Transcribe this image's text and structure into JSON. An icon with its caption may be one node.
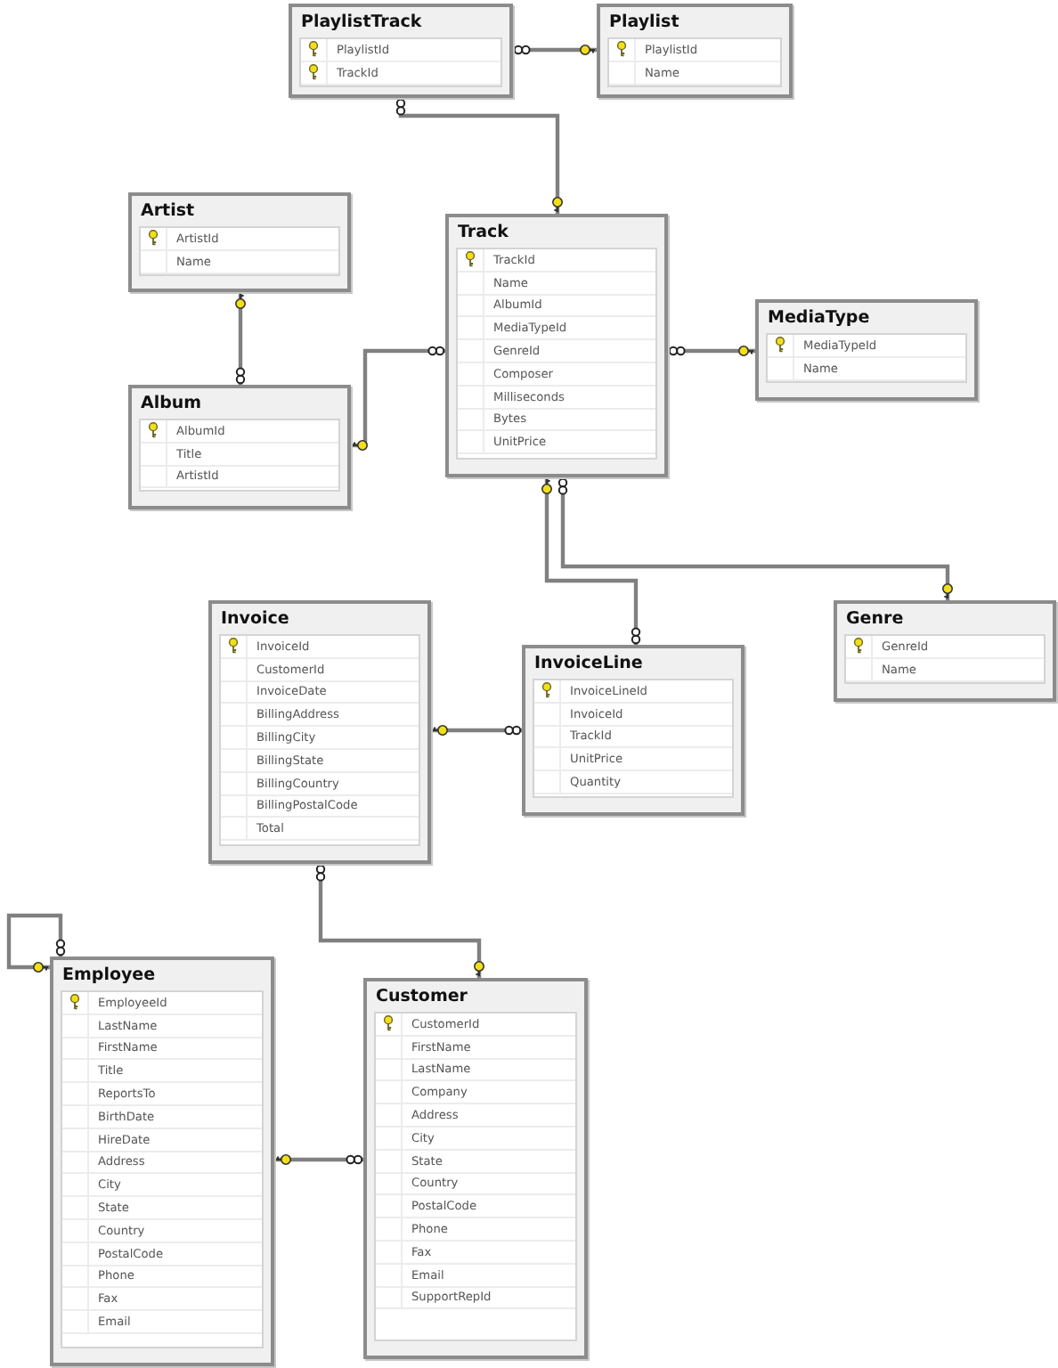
{
  "diagram": {
    "nodes": [
      {
        "text": [
          "PlaylistTrack",
          "PlaylistId",
          "TrackId"
        ]
      },
      {
        "text": [
          "Playlist",
          "PlaylistId",
          "Name"
        ]
      },
      {
        "text": [
          "Artist",
          "ArtistId",
          "Name"
        ]
      },
      {
        "text": [
          "Track",
          "TrackId",
          "Name",
          "AlbumId",
          "MediaTypeId",
          "GenreId",
          "Composer",
          "Milliseconds",
          "Bytes",
          "UnitPrice"
        ]
      },
      {
        "text": [
          "MediaType",
          "MediaTypeId",
          "Name"
        ]
      },
      {
        "text": [
          "Album",
          "AlbumId",
          "Title",
          "ArtistId"
        ]
      },
      {
        "text": [
          "Invoice",
          "InvoiceId",
          "CustomerId",
          "InvoiceDate",
          "BillingAddress",
          "BillingCity",
          "BillingState",
          "BillingCountry",
          "BillingPostalCode",
          "Total"
        ]
      },
      {
        "text": [
          "Genre",
          "GenreId",
          "Name"
        ]
      },
      {
        "text": [
          "InvoiceLine",
          "InvoiceLineId",
          "InvoiceId",
          "TrackId",
          "UnitPrice",
          "Quantity"
        ]
      },
      {
        "text": [
          "Employee",
          "EmployeeId",
          "LastName",
          "FirstName",
          "Title",
          "ReportsTo",
          "BirthDate",
          "HireDate",
          "Address",
          "City",
          "State",
          "Country",
          "PostalCode",
          "Phone",
          "Fax",
          "Email"
        ]
      },
      {
        "text": [
          "Customer",
          "CustomerId",
          "FirstName",
          "LastName",
          "Company",
          "Address",
          "City",
          "State",
          "Country",
          "PostalCode",
          "Phone",
          "Fax",
          "Email",
          "SupportRepId"
        ]
      }
    ],
    "edges": [
      {
        "from": 0,
        "to": 1,
        "arrow": "other"
      },
      {
        "from": 0,
        "to": 3,
        "arrow": "other"
      },
      {
        "from": 5,
        "to": 2,
        "arrow": "other"
      },
      {
        "from": 3,
        "to": 5,
        "arrow": "other"
      },
      {
        "from": 3,
        "to": 4,
        "arrow": "other"
      },
      {
        "from": 8,
        "to": 3,
        "arrow": "other"
      },
      {
        "from": 3,
        "to": 7,
        "arrow": "other"
      },
      {
        "from": 8,
        "to": 6,
        "arrow": "other"
      },
      {
        "from": 6,
        "to": 10,
        "arrow": "other"
      },
      {
        "from": 9,
        "to": 9,
        "arrow": "other"
      },
      {
        "from": 10,
        "to": 9,
        "arrow": "other"
      }
    ]
  }
}
